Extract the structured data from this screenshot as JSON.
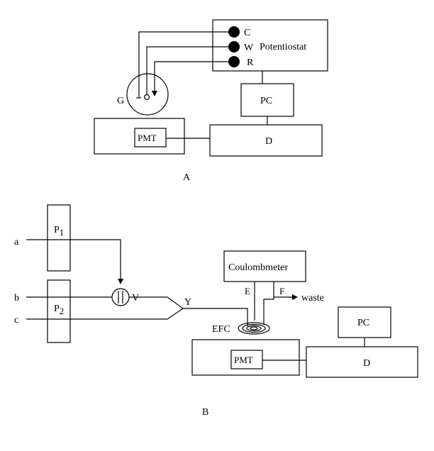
{
  "diagram_a": {
    "caption": "A",
    "potentiostat_label": "Potentiostat",
    "electrode_c": "C",
    "electrode_w": "W",
    "electrode_r": "R",
    "cell_label": "G",
    "pc_label": "PC",
    "pmt_label": "PMT",
    "detector_label": "D"
  },
  "diagram_b": {
    "caption": "B",
    "pump1_label": "P",
    "pump1_sub": "1",
    "pump2_label": "P",
    "pump2_sub": "2",
    "line_a": "a",
    "line_b": "b",
    "line_c": "c",
    "valve_label": "V",
    "junction_label": "Y",
    "coulombmeter_label": "Coulombmeter",
    "electrode_e": "E",
    "flow_f": "F",
    "waste_label": "waste",
    "efc_label": "EFC",
    "pc_label": "PC",
    "pmt_label": "PMT",
    "detector_label": "D"
  }
}
